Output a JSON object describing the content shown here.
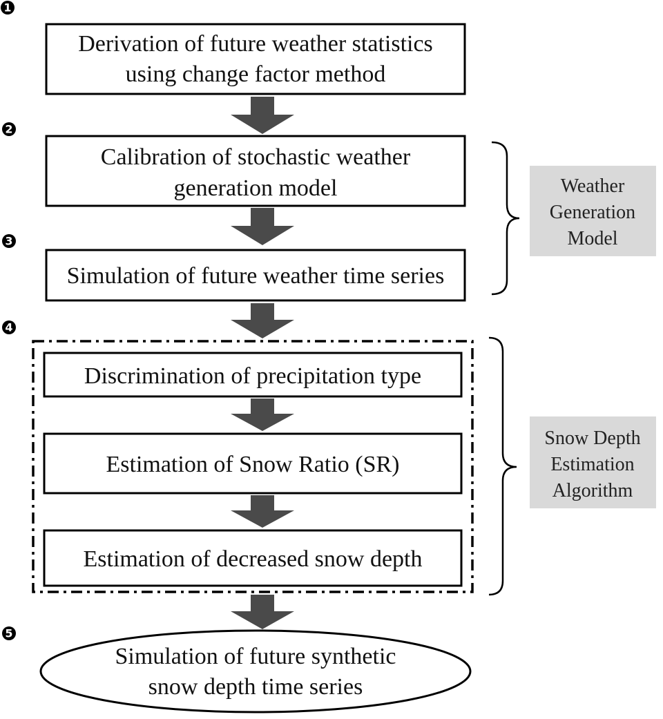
{
  "steps": [
    {
      "number": "1",
      "lines": [
        "Derivation of future weather statistics",
        "using change factor method"
      ]
    },
    {
      "number": "2",
      "lines": [
        "Calibration of stochastic weather",
        "generation model"
      ]
    },
    {
      "number": "3",
      "lines": [
        "Simulation  of future weather time series"
      ]
    },
    {
      "number": "4",
      "lines": []
    },
    {
      "number": "5",
      "lines": [
        "Simulation of future synthetic",
        "snow depth time series"
      ]
    }
  ],
  "sub_steps": [
    {
      "lines": [
        "Discrimination of precipitation type"
      ]
    },
    {
      "lines": [
        "Estimation of Snow Ratio (SR)"
      ]
    },
    {
      "lines": [
        "Estimation of decreased snow depth"
      ]
    }
  ],
  "groups": [
    {
      "lines": [
        "Weather",
        "Generation",
        "Model"
      ]
    },
    {
      "lines": [
        "Snow Depth",
        "Estimation",
        "Algorithm"
      ]
    }
  ],
  "colors": {
    "arrow": "#4a4a4a",
    "label_bg": "#d9d9d9",
    "border": "#000000"
  }
}
